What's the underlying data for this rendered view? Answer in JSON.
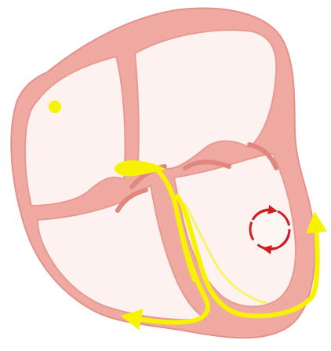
{
  "diagram": {
    "subject": "heart-conduction-system",
    "colors": {
      "background": "#ffffff",
      "wall": "#f0a8a0",
      "wall_shadow": "#e4958d",
      "wall_outline": "#e79a92",
      "chamber_fill": "#fdf2ef",
      "conduction": "#f6f200",
      "reentry_circle": "#cc1f1f"
    },
    "elements": [
      {
        "id": "heart-outline",
        "label": ""
      },
      {
        "id": "sa-node",
        "label": ""
      },
      {
        "id": "av-node",
        "label": ""
      },
      {
        "id": "bundle-branches",
        "label": ""
      },
      {
        "id": "reentry-circuit",
        "label": ""
      }
    ]
  }
}
